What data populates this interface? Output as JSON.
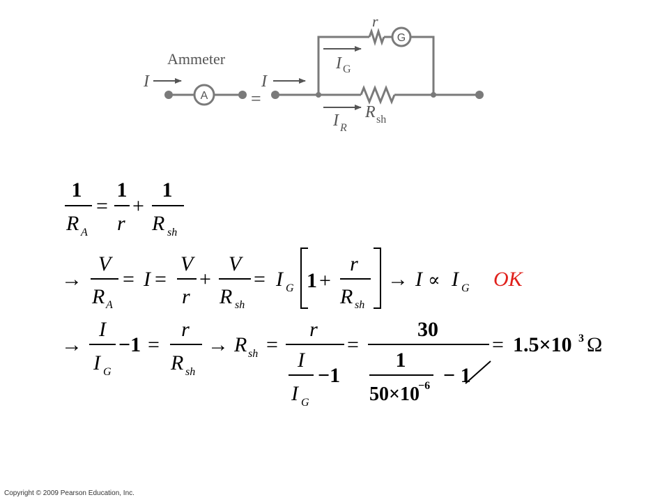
{
  "colors": {
    "wire": "#7a7a7a",
    "text": "#000000",
    "label": "#555555",
    "accent": "#e0201b"
  },
  "circuit": {
    "ammeter_label": "Ammeter",
    "current_left": "I",
    "ammeter_symbol": "A",
    "equals": "=",
    "current_right": "I",
    "resistor_r": "r",
    "galvanometer_symbol": "G",
    "current_g": "I",
    "current_g_sub": "G",
    "current_r": "I",
    "current_r_sub": "R",
    "shunt": "R",
    "shunt_sub": "sh"
  },
  "equations": {
    "eq1": {
      "lhs_num": "1",
      "lhs_den": "R",
      "lhs_den_sub": "A",
      "eq": "=",
      "t1_num": "1",
      "t1_den": "r",
      "plus": "+",
      "t2_num": "1",
      "t2_den": "R",
      "t2_den_sub": "sh"
    },
    "eq2": {
      "arrow": "→",
      "f1_num": "V",
      "f1_den": "R",
      "f1_den_sub": "A",
      "eq1": "=",
      "mid": "I",
      "eq2": "=",
      "f2_num": "V",
      "f2_den": "r",
      "plus": "+",
      "f3_num": "V",
      "f3_den": "R",
      "f3_den_sub": "sh",
      "eq3": "=",
      "ig": "I",
      "ig_sub": "G",
      "br_one": "1",
      "br_plus": "+",
      "br_num": "r",
      "br_den": "R",
      "br_den_sub": "sh",
      "arrow2": "→",
      "prop_lhs": "I",
      "prop": "∝",
      "prop_rhs": "I",
      "prop_rhs_sub": "G",
      "ok": "OK"
    },
    "eq3": {
      "arrow": "→",
      "f_num": "I",
      "f_den": "I",
      "f_den_sub": "G",
      "minus1": "−1",
      "eq1": "=",
      "r_num": "r",
      "r_den": "R",
      "r_den_sub": "sh",
      "arrow2": "→",
      "rsh": "R",
      "rsh_sub": "sh",
      "eq2": "=",
      "g_num": "r",
      "g_den_num": "I",
      "g_den_den": "I",
      "g_den_den_sub": "G",
      "g_den_minus": "−1",
      "eq3": "=",
      "n_num": "30",
      "n_den_num": "1",
      "n_den_den": "50×10",
      "n_den_exp": "−6",
      "n_den_minus": "− 1",
      "eq4": "=",
      "result": "1.5×10",
      "result_exp": "3",
      "ohm": "Ω"
    }
  },
  "footer": {
    "copyright": "Copyright © 2009 Pearson Education, Inc."
  }
}
